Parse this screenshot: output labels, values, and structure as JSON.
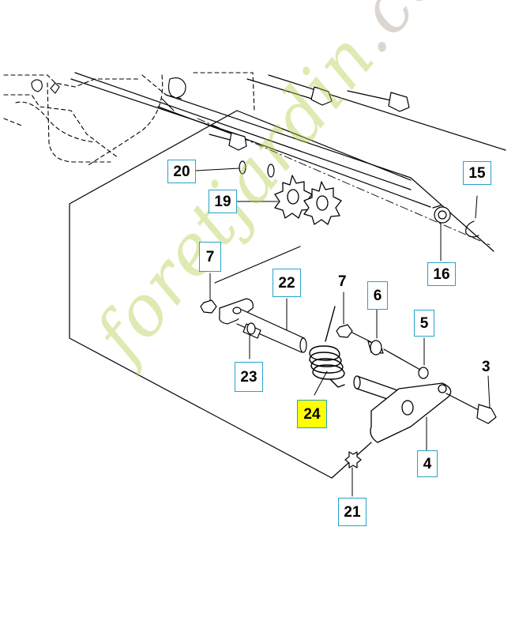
{
  "diagram": {
    "callouts": [
      {
        "id": "20",
        "text": "20",
        "highlight": false
      },
      {
        "id": "19",
        "text": "19",
        "highlight": false
      },
      {
        "id": "15",
        "text": "15",
        "highlight": false
      },
      {
        "id": "16",
        "text": "16",
        "highlight": false
      },
      {
        "id": "7a",
        "text": "7",
        "highlight": false
      },
      {
        "id": "22",
        "text": "22",
        "highlight": false
      },
      {
        "id": "7b",
        "text": "7",
        "highlight": false
      },
      {
        "id": "6",
        "text": "6",
        "highlight": false
      },
      {
        "id": "5",
        "text": "5",
        "highlight": false
      },
      {
        "id": "3",
        "text": "3",
        "highlight": false
      },
      {
        "id": "23",
        "text": "23",
        "highlight": false
      },
      {
        "id": "24",
        "text": "24",
        "highlight": true
      },
      {
        "id": "4",
        "text": "4",
        "highlight": false
      },
      {
        "id": "21",
        "text": "21",
        "highlight": false
      }
    ],
    "colors": {
      "callout_border": "#26a3c9",
      "highlight": "#ffff00",
      "line": "#000000"
    }
  },
  "watermark": {
    "main": "foretjardin",
    "suffix": ".com"
  }
}
